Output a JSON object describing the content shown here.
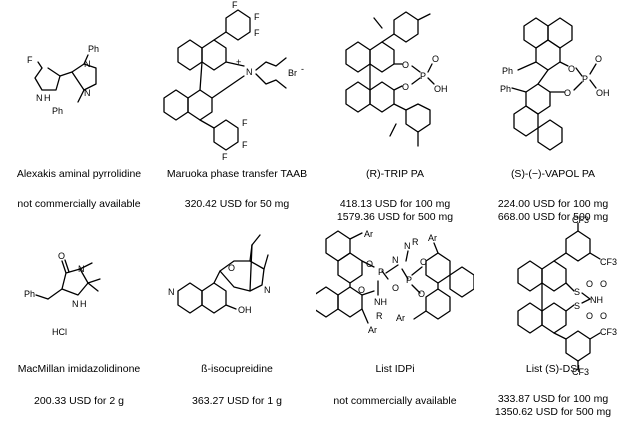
{
  "row1": [
    {
      "name": "Alexakis aminal pyrrolidine",
      "price1": "not commercially available",
      "price2": "",
      "atoms": [
        "F",
        "N",
        "H",
        "N",
        "Ph",
        "N",
        "Ph"
      ]
    },
    {
      "name": "Maruoka phase transfer TAAB",
      "price1": "320.42 USD for 50 mg",
      "price2": "",
      "atoms": [
        "F",
        "F",
        "F",
        "N",
        "+",
        "Br",
        "-",
        "F",
        "F",
        "F"
      ]
    },
    {
      "name": "(R)-TRIP PA",
      "price1": "418.13 USD for 100 mg",
      "price2": "1579.36 USD for 500 mg",
      "atoms": [
        "O",
        "O",
        "P",
        "O",
        "OH"
      ]
    },
    {
      "name": "(S)-(−)-VAPOL PA",
      "price1": "224.00 USD for 100 mg",
      "price2": "668.00 USD for 500 mg",
      "atoms": [
        "Ph",
        "Ph",
        "O",
        "O",
        "P",
        "O",
        "OH"
      ]
    }
  ],
  "row2": [
    {
      "name": "MacMillan imidazolidinone",
      "price1": "200.33 USD for 2 g",
      "price2": "",
      "atoms": [
        "O",
        "N",
        "Ph",
        "N",
        "H",
        "HCl"
      ]
    },
    {
      "name": "ß-isocupreidine",
      "price1": "363.27 USD for 1 g",
      "price2": "",
      "atoms": [
        "O",
        "N",
        "N",
        "OH"
      ]
    },
    {
      "name": "List IDPi",
      "price1": "not commercially available",
      "price2": "",
      "atoms": [
        "Ar",
        "Ar",
        "O",
        "O",
        "P",
        "N",
        "N",
        "P",
        "R",
        "NH",
        "O",
        "O",
        "O",
        "R",
        "Ar",
        "Ar"
      ]
    },
    {
      "name": "List (S)-DSI",
      "price1": "333.87 USD for 100 mg",
      "price2": "1350.62 USD for 500 mg",
      "atoms": [
        "CF3",
        "CF3",
        "S",
        "O",
        "O",
        "NH",
        "S",
        "O",
        "O",
        "CF3",
        "CF3"
      ]
    }
  ]
}
